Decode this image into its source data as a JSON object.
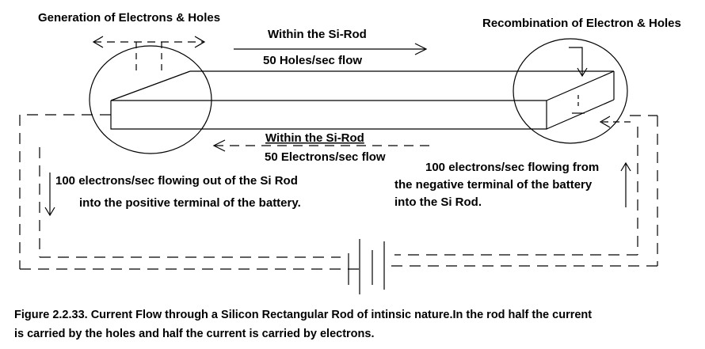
{
  "labels": {
    "generation": "Generation of Electrons & Holes",
    "recombination": "Recombination of Electron & Holes",
    "within_top": "Within the Si-Rod",
    "holes_flow": "50 Holes/sec flow",
    "within_bottom": "Within the Si-Rod",
    "electrons_flow": "50 Electrons/sec flow",
    "left_note_line1": "100 electrons/sec flowing out of the Si Rod",
    "left_note_line2": "into the positive terminal of the battery.",
    "right_note_line1": "100 electrons/sec flowing from",
    "right_note_line2": "the negative terminal of the battery",
    "right_note_line3": "into the Si Rod."
  },
  "caption": {
    "line1": "Figure 2.2.33. Current Flow through a Silicon Rectangular Rod of intinsic nature.In the rod half the current",
    "line2": "is carried by the holes and half the current is carried by electrons."
  }
}
